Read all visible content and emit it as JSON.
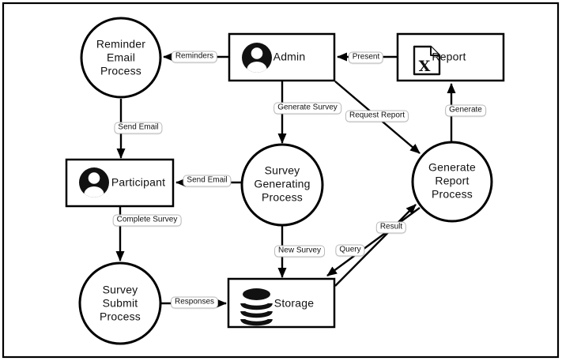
{
  "diagram": {
    "colors": {
      "stroke": "#000000",
      "background": "#ffffff",
      "label_border": "#b9b9b9"
    },
    "nodes": [
      {
        "id": "reminder-email-process",
        "type": "circle",
        "label": "Reminder\nEmail\nProcess"
      },
      {
        "id": "admin",
        "type": "rect",
        "icon": "user-icon",
        "label": "Admin"
      },
      {
        "id": "report",
        "type": "rect",
        "icon": "excel-file-icon",
        "label": "Report"
      },
      {
        "id": "participant",
        "type": "rect",
        "icon": "user-icon",
        "label": "Participant"
      },
      {
        "id": "survey-generating-process",
        "type": "circle",
        "label": "Survey\nGenerating\nProcess"
      },
      {
        "id": "generate-report-process",
        "type": "circle",
        "label": "Generate\nReport\nProcess"
      },
      {
        "id": "survey-submit-process",
        "type": "circle",
        "label": "Survey\nSubmit\nProcess"
      },
      {
        "id": "storage",
        "type": "rect",
        "icon": "database-icon",
        "label": "Storage"
      }
    ],
    "edges": [
      {
        "from": "admin",
        "to": "reminder-email-process",
        "label": "Reminders"
      },
      {
        "from": "report",
        "to": "admin",
        "label": "Present"
      },
      {
        "from": "reminder-email-process",
        "to": "participant",
        "label": "Send Email"
      },
      {
        "from": "admin",
        "to": "survey-generating-process",
        "label": "Generate Survey"
      },
      {
        "from": "admin",
        "to": "generate-report-process",
        "label": "Request Report"
      },
      {
        "from": "generate-report-process",
        "to": "report",
        "label": "Generate"
      },
      {
        "from": "survey-generating-process",
        "to": "participant",
        "label": "Send Email"
      },
      {
        "from": "participant",
        "to": "survey-submit-process",
        "label": "Complete Survey"
      },
      {
        "from": "survey-generating-process",
        "to": "storage",
        "label": "New Survey"
      },
      {
        "from": "generate-report-process",
        "to": "storage",
        "label": "Query"
      },
      {
        "from": "storage",
        "to": "generate-report-process",
        "label": "Result"
      },
      {
        "from": "survey-submit-process",
        "to": "storage",
        "label": "Responses"
      }
    ],
    "icons": {
      "report_glyph": "X"
    }
  }
}
